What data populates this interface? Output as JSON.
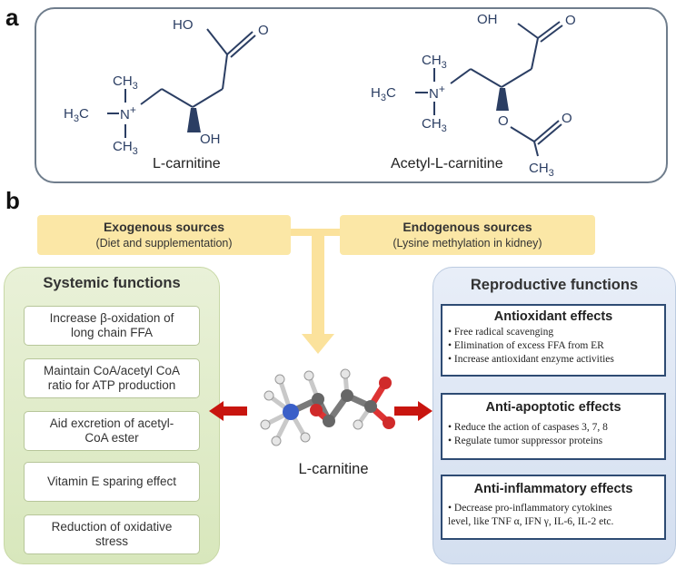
{
  "panel_a": {
    "letter": "a",
    "molecule1": {
      "name": "L-carnitine",
      "atoms": {
        "ho": "HO",
        "o": "O",
        "ch3_top": "CH",
        "ch3_top_sub": "3",
        "h3c": "H",
        "h3c_sub": "3",
        "h3c_c": "C",
        "n": "N",
        "plus": "+",
        "ch3_bottom": "CH",
        "ch3_bottom_sub": "3",
        "oh": "OH"
      }
    },
    "molecule2": {
      "name": "Acetyl-L-carnitine",
      "atoms": {
        "oh": "OH",
        "o_top": "O",
        "ch3_top": "CH",
        "ch3_top_sub": "3",
        "h3c": "H",
        "h3c_sub": "3",
        "h3c_c": "C",
        "n": "N",
        "plus": "+",
        "ch3_bottom": "CH",
        "ch3_bottom_sub": "3",
        "o_mid": "O",
        "o_right": "O",
        "ch3_end": "CH",
        "ch3_end_sub": "3"
      }
    }
  },
  "panel_b": {
    "letter": "b",
    "exogenous": {
      "title": "Exogenous sources",
      "subtitle": "(Diet and supplementation)"
    },
    "endogenous": {
      "title": "Endogenous sources",
      "subtitle": "(Lysine methylation in kidney)"
    },
    "center_label": "L-carnitine",
    "systemic": {
      "title": "Systemic functions",
      "items": [
        {
          "line1": "Increase β-oxidation of",
          "line2": "long chain FFA"
        },
        {
          "line1": "Maintain CoA/acetyl CoA",
          "line2": "ratio for ATP production"
        },
        {
          "line1": "Aid excretion of acetyl-",
          "line2": "CoA ester"
        },
        {
          "line1": "Vitamin E sparing effect",
          "line2": ""
        },
        {
          "line1": "Reduction of oxidative",
          "line2": "stress"
        }
      ]
    },
    "reproductive": {
      "title": "Reproductive functions",
      "groups": [
        {
          "title": "Antioxidant effects",
          "bullets": [
            "Free radical scavenging",
            "Elimination of excess FFA from ER",
            "Increase antioxidant enzyme activities"
          ]
        },
        {
          "title": "Anti-apoptotic effects",
          "bullets": [
            "Reduce the action of caspases 3, 7, 8",
            "Regulate tumor suppressor proteins"
          ]
        },
        {
          "title": "Anti-inflammatory effects",
          "lines": [
            "• Decrease pro-inflammatory cytokines",
            "level, like TNF α, IFN γ, IL-6, IL-2 etc."
          ]
        }
      ]
    },
    "colors": {
      "arrow_red": "#c8150f",
      "arrow_yellow": "#fbe29c",
      "source_fill": "#fbe7a6",
      "molecule_ink": "#2b3e63",
      "rep_border": "#2e4b73"
    }
  }
}
